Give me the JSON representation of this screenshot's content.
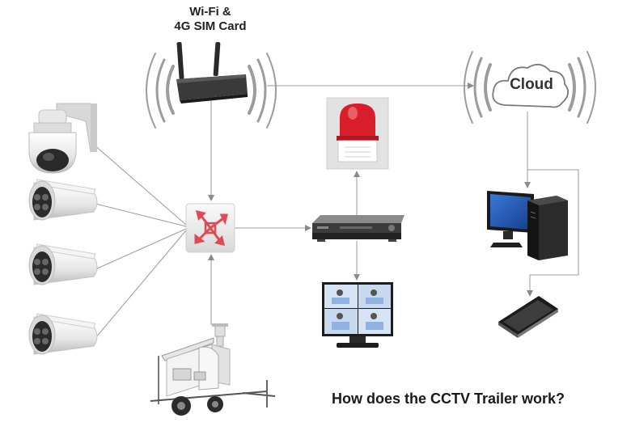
{
  "router": {
    "label_line1": "Wi-Fi &",
    "label_line2": "4G SIM Card"
  },
  "cloud": {
    "label": "Cloud"
  },
  "footer": {
    "title": "How does the CCTV Trailer work?"
  },
  "colors": {
    "connector": "#9a9a9a",
    "switch_arrows": "#e04a55",
    "alarm_red": "#d81e2a",
    "screen_blue": "#1f4fa8"
  },
  "icons": [
    "router-icon",
    "cloud-icon",
    "alarm-light-icon",
    "network-switch-icon",
    "nvr-recorder-icon",
    "monitor-split-screen-icon",
    "desktop-computer-icon",
    "smartphone-icon",
    "dome-camera-icon",
    "bullet-camera-icon",
    "cctv-trailer-icon"
  ]
}
